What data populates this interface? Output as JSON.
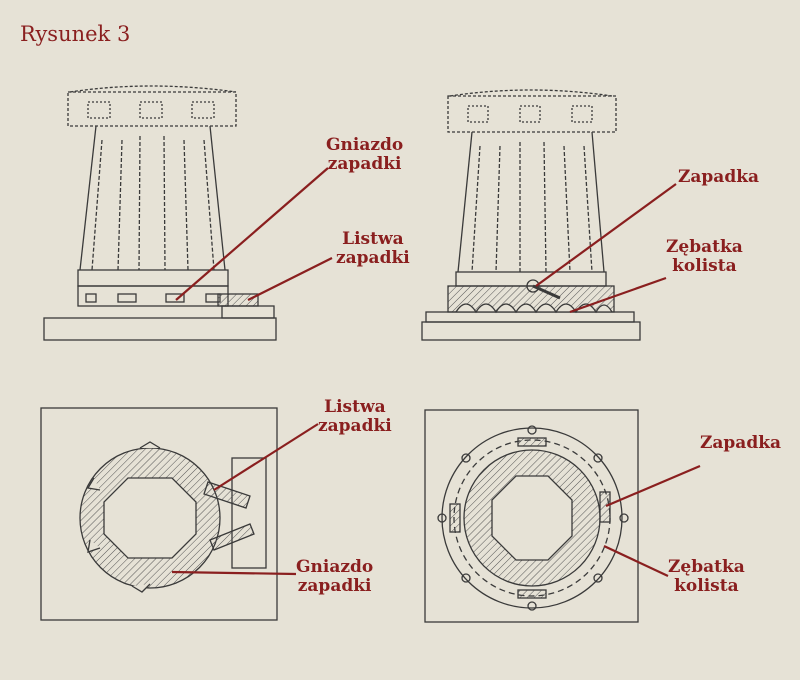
{
  "title": "Rysunek 3",
  "labels": {
    "gniazdo_top": [
      "Gniazdo",
      "zapadki"
    ],
    "listwa_top": [
      "Listwa",
      "zapadki"
    ],
    "zapadka_top": "Zapadka",
    "zebatka_top": [
      "Zębatka",
      "kolista"
    ],
    "listwa_bottom": [
      "Listwa",
      "zapadki"
    ],
    "gniazdo_bottom": [
      "Gniazdo",
      "zapadki"
    ],
    "zapadka_bottom": "Zapadka",
    "zebatka_bottom": [
      "Zębatka",
      "kolista"
    ]
  },
  "colors": {
    "background": "#e6e2d6",
    "ink": "#3a3a3a",
    "label": "#8a1f1f"
  }
}
